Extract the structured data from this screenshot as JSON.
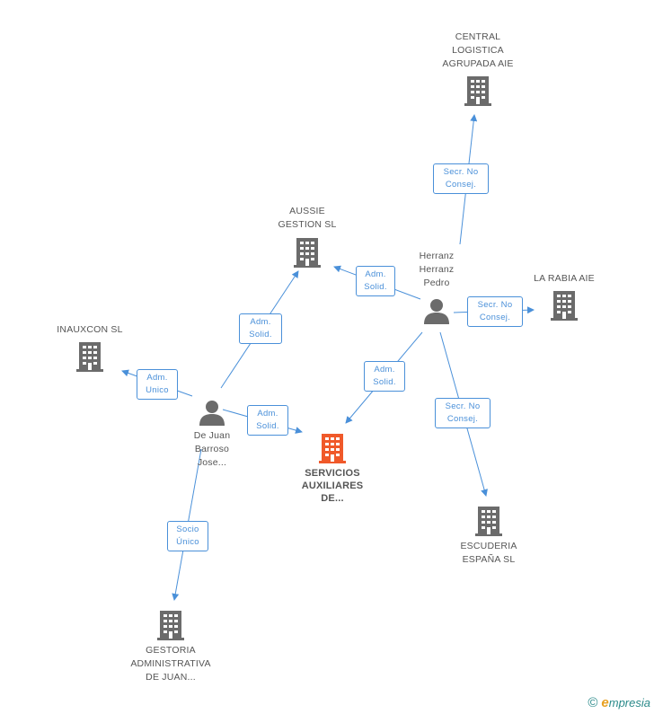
{
  "colors": {
    "link": "#4a90d9",
    "building": "#6b6b6b",
    "building_main": "#f0592a",
    "person": "#6b6b6b"
  },
  "nodes": {
    "central_logistica": {
      "label": "CENTRAL\nLOGISTICA\nAGRUPADA AIE",
      "icon": "building-icon"
    },
    "aussie_gestion": {
      "label": "AUSSIE\nGESTION SL",
      "icon": "building-icon"
    },
    "herranz_pedro": {
      "label": "Herranz\nHerranz\nPedro",
      "icon": "person-icon"
    },
    "la_rabia": {
      "label": "LA RABIA AIE",
      "icon": "building-icon"
    },
    "inauxcon": {
      "label": "INAUXCON SL",
      "icon": "building-icon"
    },
    "de_juan": {
      "label": "De Juan\nBarroso\nJose...",
      "icon": "person-icon"
    },
    "servicios_auxiliares": {
      "label": "SERVICIOS\nAUXILIARES\nDE...",
      "icon": "building-icon"
    },
    "escuderia_espana": {
      "label": "ESCUDERIA\nESPAÑA SL",
      "icon": "building-icon"
    },
    "gestoria_administrativa": {
      "label": "GESTORIA\nADMINISTRATIVA\nDE JUAN...",
      "icon": "building-icon"
    }
  },
  "relations": {
    "r_central": "Secr. No\nConsej.",
    "r_aussie_herranz": "Adm.\nSolid.",
    "r_aussie_dejuan": "Adm.\nSolid.",
    "r_larabia": "Secr. No\nConsej.",
    "r_inauxcon": "Adm.\nUnico",
    "r_servicios_dejuan": "Adm.\nSolid.",
    "r_servicios_herranz": "Adm.\nSolid.",
    "r_escuderia": "Secr. No\nConsej.",
    "r_gestoria": "Socio\nÚnico"
  },
  "footer": {
    "copyright": "©",
    "brand_initial": "e",
    "brand_rest": "mpresia"
  }
}
